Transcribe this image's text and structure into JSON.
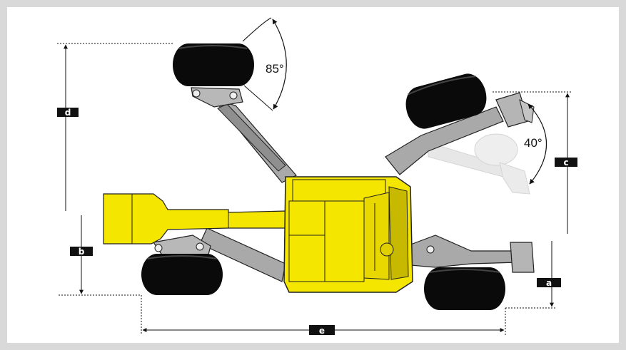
{
  "diagram": {
    "angles": {
      "front_wheel": "85°",
      "rear_wheel": "40°"
    },
    "dimension_labels": {
      "a": "a",
      "b": "b",
      "c": "c",
      "d": "d",
      "e": "e"
    },
    "colors": {
      "chassis": "#f5e600",
      "chassis_shadow": "#c7b900",
      "arms": "#a9a9a9",
      "tires": "#0a0a0a",
      "label_bg": "#111111",
      "page_border": "#d9d9d9"
    }
  }
}
